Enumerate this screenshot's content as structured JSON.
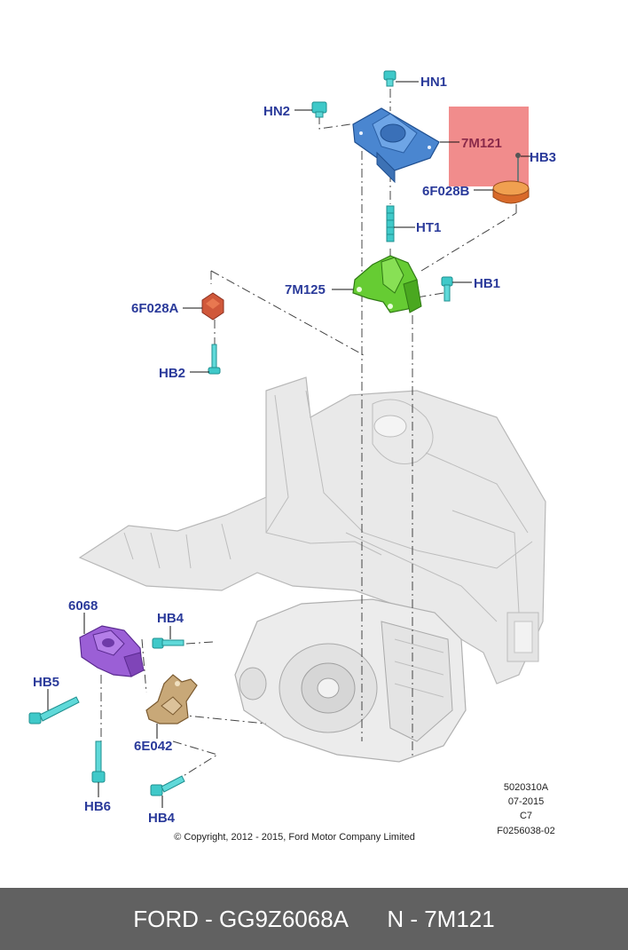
{
  "labels": {
    "hn1": "HN1",
    "hn2": "HN2",
    "m7m121": "7M121",
    "hb3": "HB3",
    "f6f028b": "6F028B",
    "ht1": "HT1",
    "m7m125": "7M125",
    "hb1": "HB1",
    "f6f028a": "6F028A",
    "hb2": "HB2",
    "p6068": "6068",
    "hb4a": "HB4",
    "hb5": "HB5",
    "p6e042": "6E042",
    "hb6": "HB6",
    "hb4b": "HB4"
  },
  "meta": {
    "code1": "5020310A",
    "date": "07-2015",
    "rev": "C7",
    "code2": "F0256038-02"
  },
  "copyright": "© Copyright, 2012 - 2015, Ford Motor Company Limited",
  "footer": {
    "brand_part": "FORD - GG9Z6068A",
    "ref": "N - 7M121"
  },
  "colors": {
    "label": "#2a3a9a",
    "highlight": "#f08080",
    "mount_blue": "#4a86d0",
    "bracket_green": "#66cc33",
    "mount_purple": "#9b5fd6",
    "pad_orange": "#e07a3a",
    "pad_red": "#d0583a",
    "fastener_cyan": "#3fc9c9",
    "bracket_tan": "#c8a878",
    "footer_bg": "#616161"
  }
}
